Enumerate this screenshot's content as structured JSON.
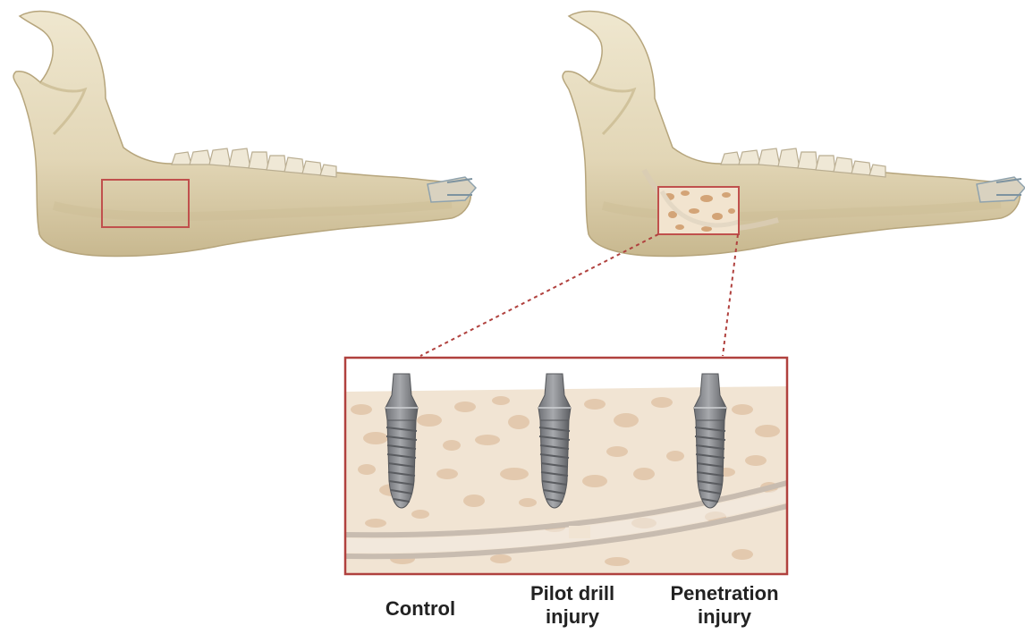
{
  "labels": {
    "control": "Control",
    "pilot_drill": "Pilot drill\ninjury",
    "penetration": "Penetration\ninjury"
  },
  "colors": {
    "bone": "#e6dcc0",
    "bone_shadow": "#c9b98f",
    "tooth": "#efe8d6",
    "highlight_box": "#c0504d",
    "leader_line": "#b0413e",
    "trabecular_bg": "#f1e4d3",
    "trabecular_spot": "#e2c8ad",
    "canal": "#c9bdb0",
    "implant": "#8d8f93",
    "implant_dark": "#5f6165"
  },
  "icons": {
    "left_jaw": "mandible-icon",
    "right_jaw": "mandible-icon",
    "implant": "dental-implant-icon"
  }
}
